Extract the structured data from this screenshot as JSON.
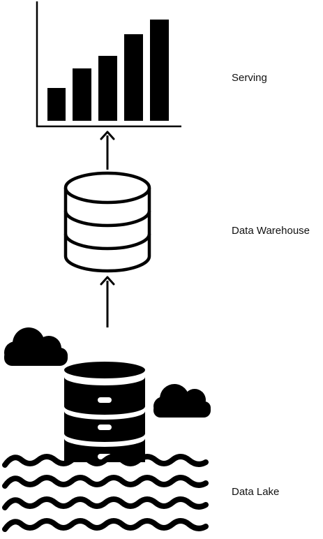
{
  "layers": [
    {
      "label": "Serving",
      "icon": "bar-chart-icon"
    },
    {
      "label": "Data Warehouse",
      "icon": "database-icon"
    },
    {
      "label": "Data Lake",
      "icon": "data-lake-icon"
    }
  ],
  "colors": {
    "ink": "#000000",
    "background": "#ffffff"
  }
}
